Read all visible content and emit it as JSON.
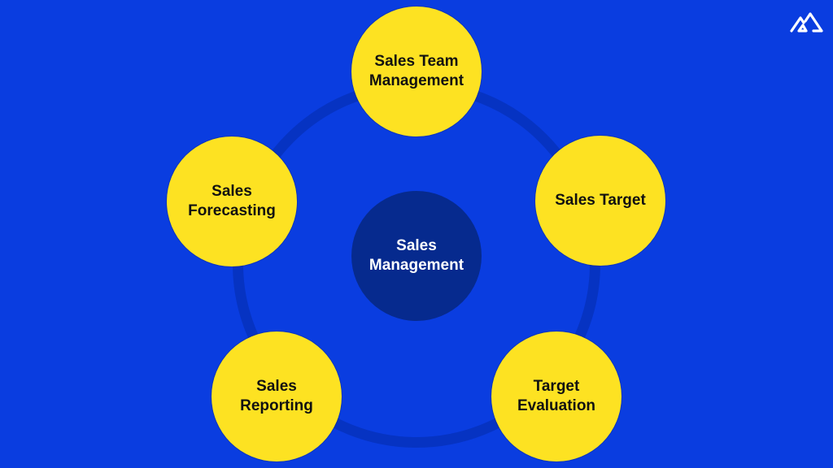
{
  "colors": {
    "background": "#0a3de0",
    "ring": "#0633c2",
    "center": "#062a8e",
    "satellite": "#fde222",
    "satellite_text": "#111111",
    "center_text": "#ffffff"
  },
  "logo": {
    "icon": "mountain-logo-icon"
  },
  "diagram": {
    "center": {
      "label": "Sales\nManagement"
    },
    "nodes": [
      {
        "id": "team",
        "label": "Sales Team\nManagement"
      },
      {
        "id": "target",
        "label": "Sales Target"
      },
      {
        "id": "evaluation",
        "label": "Target\nEvaluation"
      },
      {
        "id": "reporting",
        "label": "Sales\nReporting"
      },
      {
        "id": "forecasting",
        "label": "Sales\nForecasting"
      }
    ]
  }
}
